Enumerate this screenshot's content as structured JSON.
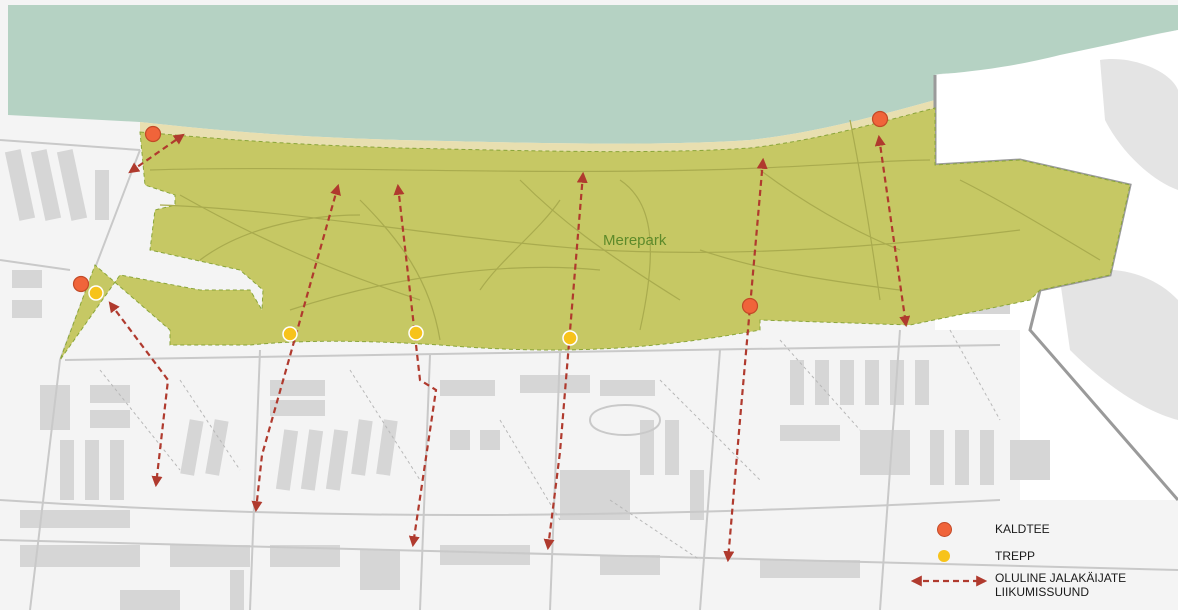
{
  "map": {
    "park_label": "Merepark",
    "colors": {
      "sea": "#b5d2c3",
      "park": "#c6c864",
      "beach": "#e8dfb0",
      "buildings": "#d3d3d3",
      "paths": "#c4c4c4",
      "arrow": "#b03a2e",
      "kaldtee": "#f0643a",
      "trepp": "#f7c31a"
    }
  },
  "legend": {
    "items": [
      {
        "symbol": "kaldtee-dot",
        "label": "KALDTEE"
      },
      {
        "symbol": "trepp-dot",
        "label": "TREPP"
      },
      {
        "symbol": "double-arrow",
        "label_line1": "OLULINE JALAKÄIJATE",
        "label_line2": "LIIKUMISSUUND"
      }
    ]
  }
}
